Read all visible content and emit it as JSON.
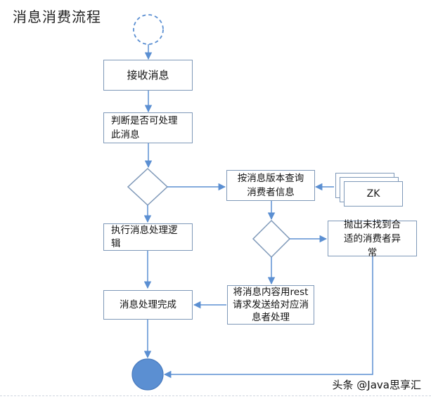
{
  "title": "消息消费流程",
  "nodes": {
    "receive": "接收消息",
    "judge": "判断是否可处理此消息",
    "query": "按消息版本查询消费者信息",
    "zk": "ZK",
    "execute": "执行消息处理逻辑",
    "throw": "抛出未找到合适的消费者异常",
    "forward": "将消息内容用rest请求发送给对应消息者处理",
    "complete": "消息处理完成"
  },
  "watermark": "头条 @Java思享汇",
  "colors": {
    "line": "#5b8fd2",
    "border": "#7e98b8",
    "end_fill": "#5b8fd2"
  }
}
